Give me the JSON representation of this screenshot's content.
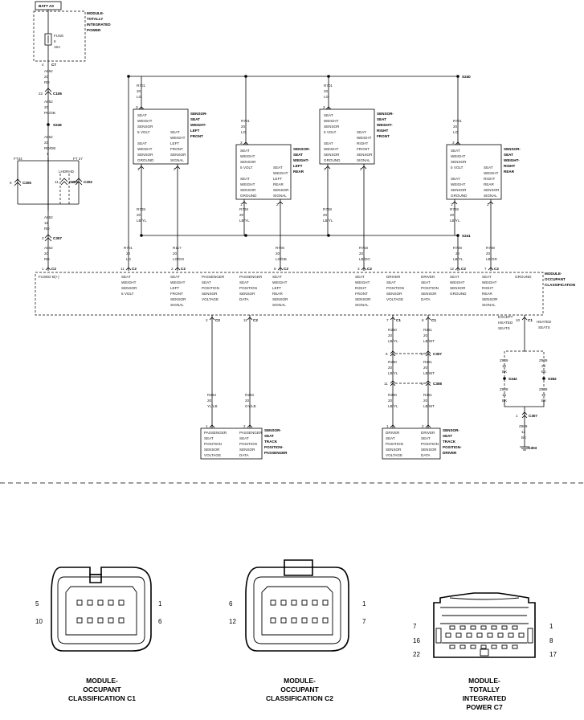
{
  "power": {
    "source": "BATT A0",
    "module": [
      "MODULE-",
      "TOTALLY",
      "INTEGRATED",
      "POWER"
    ],
    "fuse": [
      "FUSE",
      "6",
      "15A"
    ],
    "c7_pin": "4",
    "c7": "C7",
    "w1": [
      "A852",
      "20",
      "RD"
    ],
    "c106_pin": "22",
    "c106": "C106",
    "w2": [
      "A852",
      "20",
      "PK/DB"
    ],
    "s249": "S249",
    "w3": [
      "A852",
      "20",
      "RD/DB"
    ],
    "w3_pin": "1",
    "lhd": "LHD",
    "rhd": "RHD",
    "ft34": "FT34",
    "ft27": "FT 27",
    "c205_pin": "6",
    "c205": "C205",
    "c203_pin": "11",
    "c203": "C203",
    "c202_pin": "14",
    "c202": "C202",
    "w4": [
      "A852",
      "16",
      "RD"
    ],
    "c307_pin": "3",
    "c307": "C307",
    "w5": [
      "A852",
      "20",
      "RD"
    ],
    "c2_pin": "1",
    "c2": "C2"
  },
  "sensors": [
    {
      "top_wire": [
        "R701",
        "20",
        "LG"
      ],
      "top_pin": "3",
      "label": [
        "SENSOR-",
        "SEAT",
        "WEIGHT-",
        "LEFT",
        "FRONT"
      ],
      "col1": [
        "SEAT",
        "WEIGHT",
        "SENSOR",
        "5 VOLT",
        "",
        "SEAT",
        "WEIGHT",
        "SENSOR",
        "GROUND"
      ],
      "col2": [
        "SEAT",
        "WEIGHT",
        "LEFT",
        "FRONT",
        "SENSOR",
        "SIGNAL"
      ],
      "pin_gnd": "1",
      "pin_sig": "2",
      "gnd_wire": [
        "R728",
        "20",
        "LB/YL"
      ],
      "sig_wire": [
        "R117",
        "20",
        "LG/DG"
      ],
      "c2_sig_pin": "2",
      "c2_sig": "C2"
    },
    {
      "top_wire": [
        "R701",
        "20",
        "LG"
      ],
      "top_pin": "3",
      "label": [
        "SENSOR-",
        "SEAT",
        "WEIGHT-",
        "LEFT",
        "REAR"
      ],
      "col1": [
        "SEAT",
        "WEIGHT",
        "SENSOR",
        "5 VOLT",
        "",
        "SEAT",
        "WEIGHT",
        "SENSOR",
        "GROUND"
      ],
      "col2": [
        "SEAT",
        "WEIGHT",
        "LEFT",
        "REAR",
        "SENSOR",
        "SIGNAL"
      ],
      "pin_gnd": "1",
      "pin_sig": "2",
      "gnd_wire": [
        "R728",
        "20",
        "LB/YL"
      ],
      "sig_wire": [
        "R708",
        "20",
        "LG/DB"
      ],
      "c2_sig_pin": "8",
      "c2_sig": "C2"
    },
    {
      "top_wire": [
        "R701",
        "20",
        "LG"
      ],
      "top_pin": "3",
      "label": [
        "SENSOR-",
        "SEAT",
        "WEIGHT-",
        "RIGHT",
        "FRONT"
      ],
      "col1": [
        "SEAT",
        "WEIGHT",
        "SENSOR",
        "5 VOLT",
        "",
        "SEAT",
        "WEIGHT",
        "SENSOR",
        "GROUND"
      ],
      "col2": [
        "SEAT",
        "WEIGHT",
        "RIGHT",
        "FRONT",
        "SENSOR",
        "SIGNAL"
      ],
      "pin_gnd": "1",
      "pin_sig": "2",
      "gnd_wire": [
        "R728",
        "20",
        "LB/YL"
      ],
      "sig_wire": [
        "R718",
        "20",
        "LB/DG"
      ],
      "c2_sig_pin": "3",
      "c2_sig": "C2"
    },
    {
      "top_wire": [
        "R701",
        "20",
        "LG"
      ],
      "top_pin": "3",
      "label": [
        "SENSOR-",
        "SEAT",
        "WEIGHT-",
        "RIGHT",
        "REAR"
      ],
      "col1": [
        "SEAT",
        "WEIGHT",
        "SENSOR",
        "5 VOLT",
        "",
        "SEAT",
        "WEIGHT",
        "SENSOR",
        "GROUND"
      ],
      "col2": [
        "SEAT",
        "WEIGHT",
        "RIGHT",
        "REAR",
        "SENSOR",
        "SIGNAL"
      ],
      "pin_gnd": "1",
      "pin_sig": "2",
      "gnd_wire": [
        "R728",
        "20",
        "LB/YL"
      ],
      "sig_wire": [
        "R738",
        "20",
        "LB/OR"
      ],
      "c2_sig_pin": "7",
      "c2_sig": "C2"
    }
  ],
  "splices": {
    "s240": "S240",
    "s241": "S241"
  },
  "occ_module": {
    "title": [
      "MODULE-",
      "OCCUPANT",
      "CLASSIFICATION"
    ],
    "fused": "FUSED B(+)",
    "c2_5v_pin": "11",
    "c2_5v": "C2",
    "c2_5v_wire": [
      "R701",
      "20",
      "LG"
    ],
    "c2_gnd_pin": "12",
    "c2_gnd": "C2",
    "c2_gnd_wire": [
      "R728",
      "20",
      "LB/YL"
    ],
    "cols": {
      "c5v": [
        "SEAT",
        "WEIGHT",
        "SENSOR",
        "5 VOLT"
      ],
      "clf": [
        "SEAT",
        "WEIGHT",
        "LEFT",
        "FRONT",
        "SENSOR",
        "SIGNAL"
      ],
      "cpv": [
        "PASSENGER",
        "SEAT",
        "POSITION",
        "SENSOR",
        "VOLTAGE"
      ],
      "cpd": [
        "PASSENGER",
        "SEAT",
        "POSITION",
        "SENSOR",
        "DATA"
      ],
      "clr": [
        "SEAT",
        "WEIGHT",
        "LEFT",
        "REAR",
        "SENSOR",
        "SIGNAL"
      ],
      "crf": [
        "SEAT",
        "WEIGHT",
        "RIGHT",
        "FRONT",
        "SENSOR",
        "SIGNAL"
      ],
      "cdv": [
        "DRIVER",
        "SEAT",
        "POSITION",
        "SENSOR",
        "VOLTAGE"
      ],
      "cdd": [
        "DRIVER",
        "SEAT",
        "POSITION",
        "SENSOR",
        "DATA"
      ],
      "cgnd": [
        "SEAT",
        "WEIGHT",
        "SENSOR",
        "GROUND"
      ],
      "crr": [
        "SEAT",
        "WEIGHT",
        "RIGHT",
        "REAR",
        "SENSOR",
        "SIGNAL"
      ],
      "cground": [
        "GROUND"
      ]
    },
    "pv_pin": "2",
    "pv_c": "C2",
    "pd_pin": "11",
    "pd_c": "C2",
    "dv_pin": "7",
    "dv_c": "C1",
    "dd_pin": "8",
    "dd_c": "C1",
    "gr_pin": "10",
    "gr_c": "C1"
  },
  "track_pass": {
    "wire_v": [
      "R264",
      "20",
      "YL/LB"
    ],
    "wire_d": [
      "R263",
      "20",
      "GY/LB"
    ],
    "pin_v": "1",
    "pin_d": "2",
    "col1": [
      "PASSENGER",
      "SEAT",
      "POSITION",
      "SENSOR",
      "VOLTAGE"
    ],
    "col2": [
      "PASSENGER",
      "SEAT",
      "POSITION",
      "SENSOR",
      "DATA"
    ],
    "label": [
      "SENSOR-",
      "SEAT",
      "TRACK",
      "POSITION-",
      "PASSENGER"
    ]
  },
  "track_driver": {
    "w1v": [
      "R260",
      "20",
      "LB/YL"
    ],
    "w1d": [
      "R261",
      "20",
      "LB/WT"
    ],
    "c307": "C307",
    "c307_v": "6",
    "c307_d": "5",
    "w2v": [
      "R260",
      "20",
      "LB/YL"
    ],
    "w2d": [
      "R261",
      "20",
      "LB/WT"
    ],
    "c308": "C308",
    "c308_v": "11",
    "c308_d": "6",
    "w3v": [
      "R260",
      "20",
      "LB/YL"
    ],
    "w3d": [
      "R261",
      "20",
      "LB/WT"
    ],
    "pin_v": "1",
    "pin_d": "2",
    "col1": [
      "DRIVER",
      "SEAT",
      "POSITION",
      "SENSOR",
      "VOLTAGE"
    ],
    "col2": [
      "DRIVER",
      "SEAT",
      "POSITION",
      "SENSOR",
      "DATA"
    ],
    "label": [
      "SENSOR-",
      "SEAT",
      "TRACK",
      "POSITION-",
      "DRIVER"
    ]
  },
  "ground": {
    "except": [
      "EXCEPT",
      "HEATED",
      "SEATS"
    ],
    "heated": [
      "HEATED",
      "SEATS"
    ],
    "wl1": [
      "Z909",
      "16",
      "BK"
    ],
    "wr1": [
      "Z909",
      "20",
      "BK"
    ],
    "s342": "S342",
    "s352": "S352",
    "wl2": [
      "Z909",
      "16",
      "BK"
    ],
    "wr2": [
      "Z909",
      "16",
      "BK"
    ],
    "c307_pin": "1",
    "c307": "C307",
    "w3": [
      "Z909",
      "12",
      "BK"
    ],
    "g303": "G303"
  },
  "connectors": {
    "c1": {
      "caption": [
        "MODULE-",
        "OCCUPANT",
        "CLASSIFICATION C1"
      ],
      "pins": [
        "5",
        "1",
        "10",
        "6"
      ]
    },
    "c2": {
      "caption": [
        "MODULE-",
        "OCCUPANT",
        "CLASSIFICATION C2"
      ],
      "pins": [
        "6",
        "1",
        "12",
        "7"
      ]
    },
    "c7": {
      "caption": [
        "MODULE-",
        "TOTALLY",
        "INTEGRATED",
        "POWER C7"
      ],
      "pins": [
        "7",
        "1",
        "16",
        "8",
        "22",
        "17"
      ]
    }
  }
}
